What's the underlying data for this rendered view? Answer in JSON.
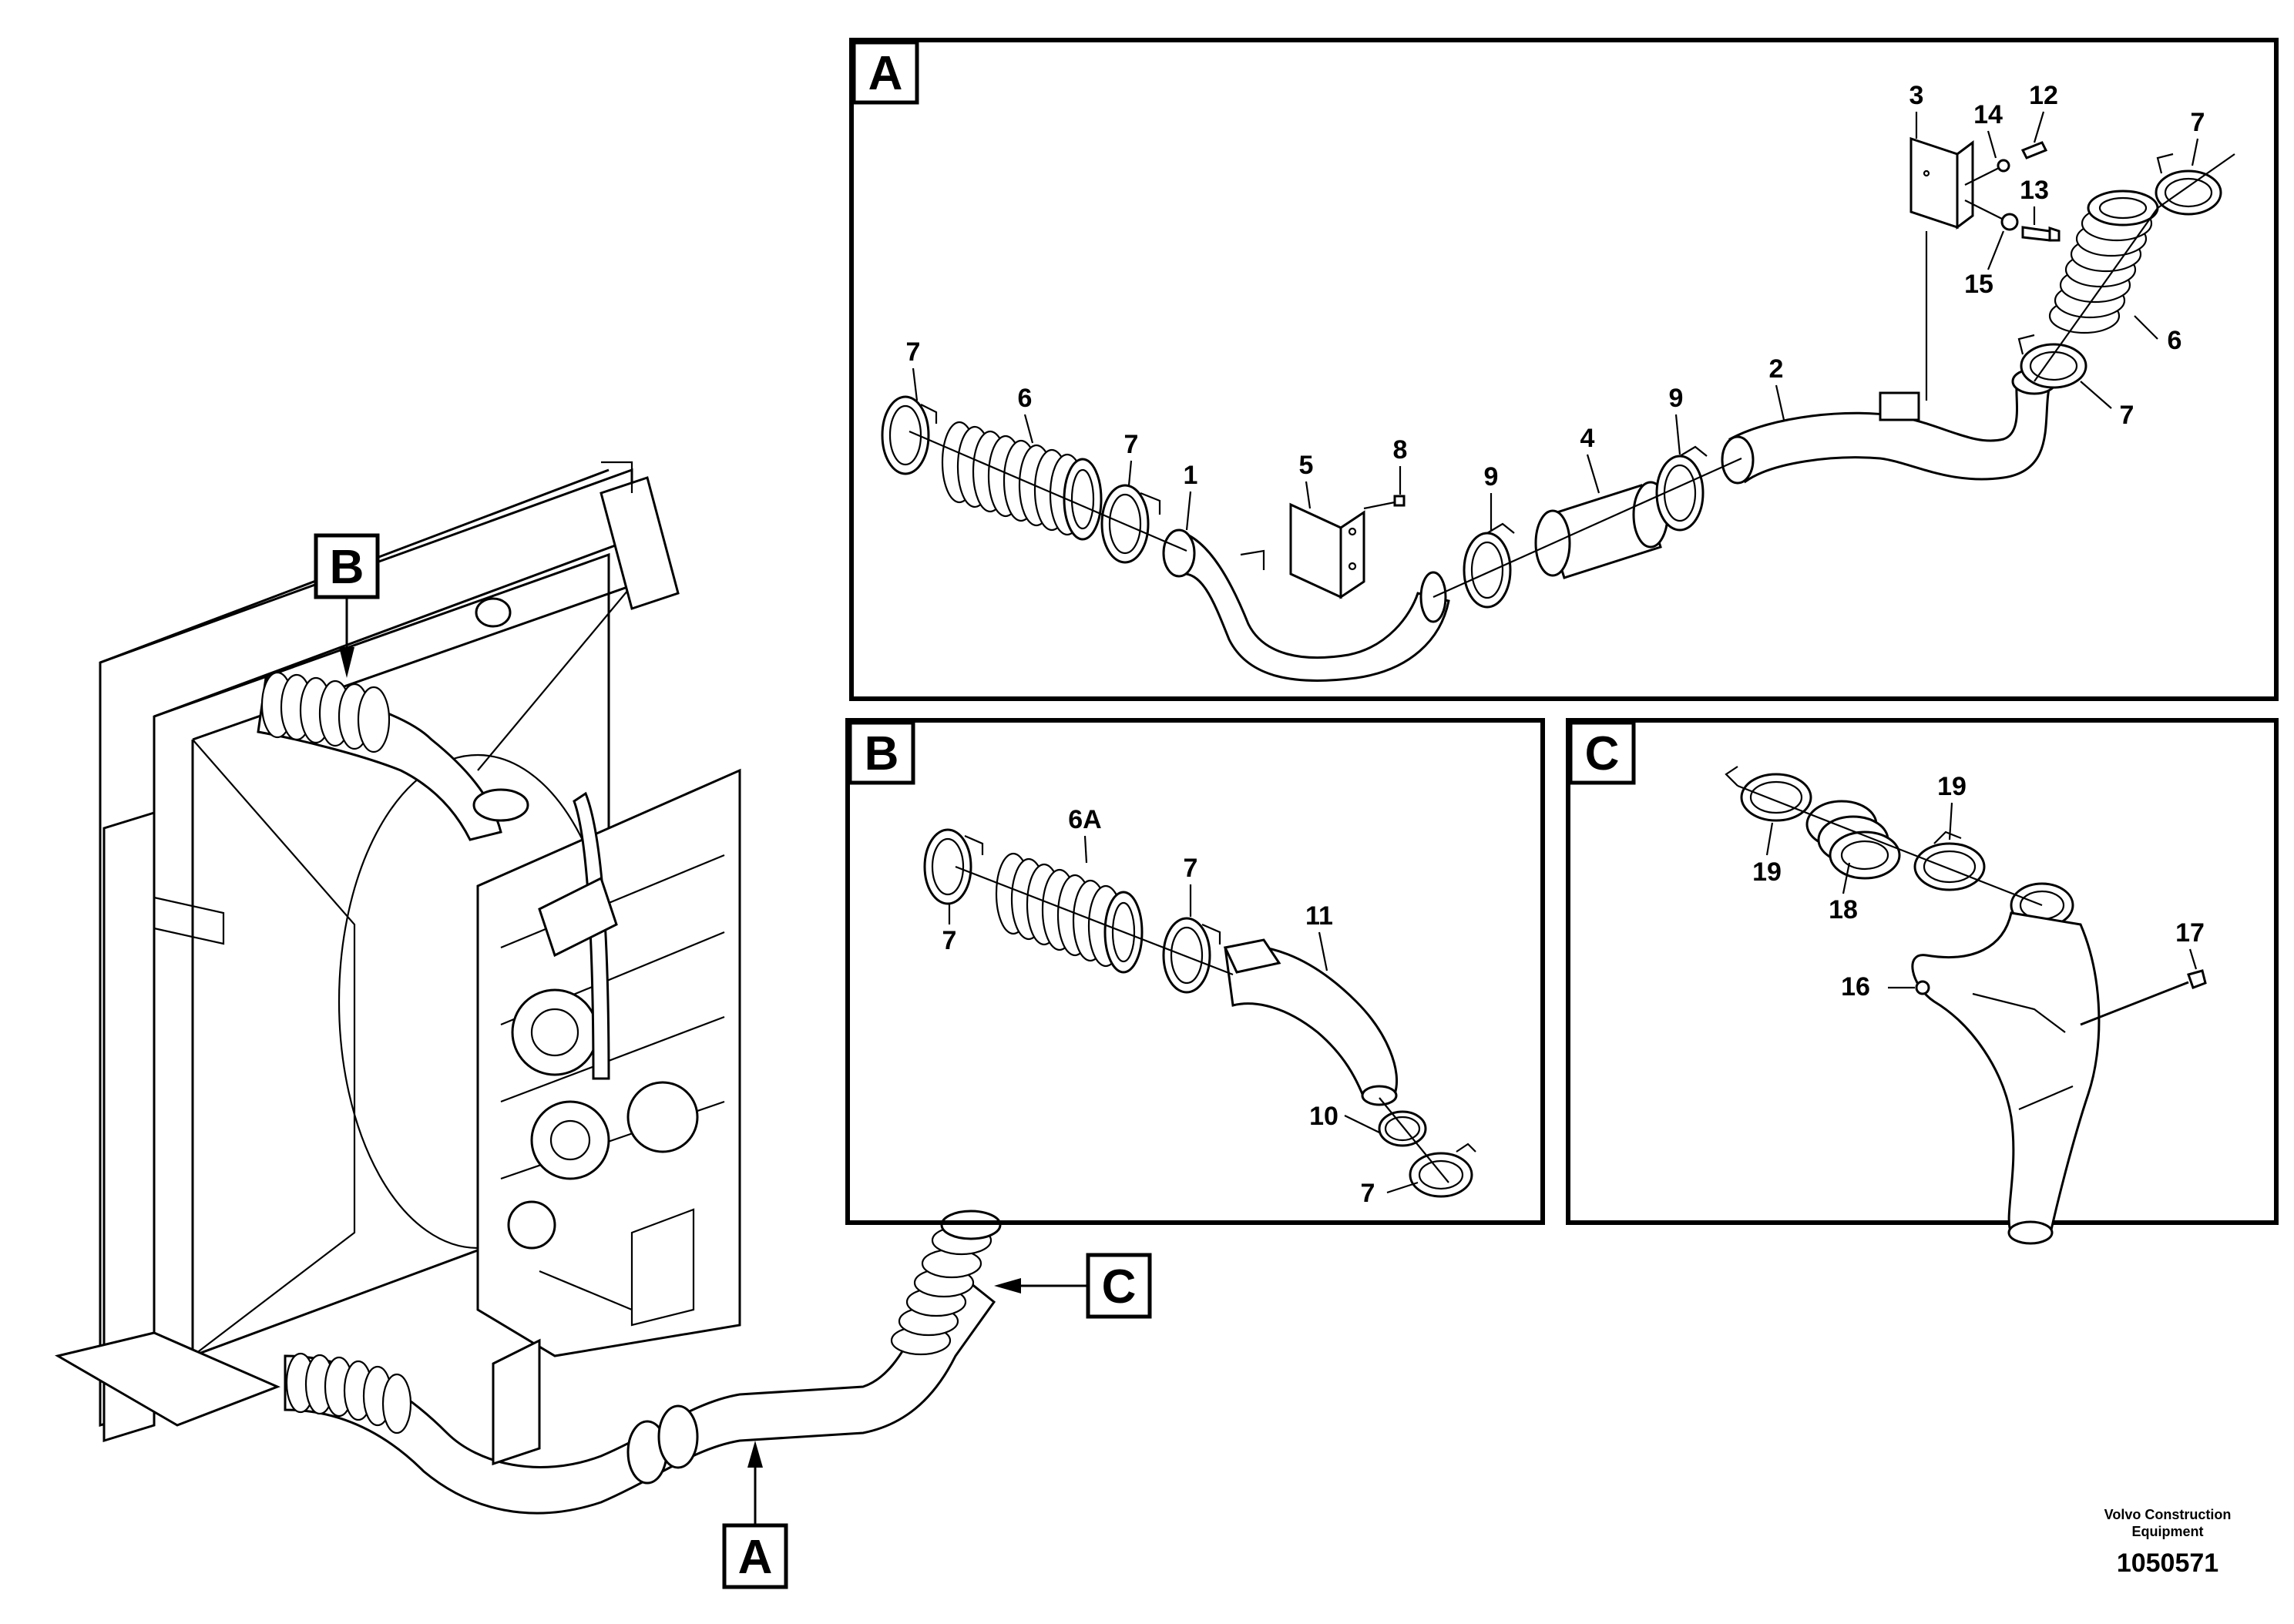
{
  "callouts": {
    "a": "A",
    "b": "B",
    "c": "C"
  },
  "panel_a": {
    "letter": "A",
    "labels": [
      "3",
      "14",
      "12",
      "7",
      "13",
      "15",
      "6",
      "7",
      "2",
      "7",
      "6",
      "7",
      "9",
      "4",
      "5",
      "8",
      "1",
      "9"
    ]
  },
  "panel_b": {
    "letter": "B",
    "labels": [
      "6A",
      "7",
      "7",
      "11",
      "10",
      "7"
    ]
  },
  "panel_c": {
    "letter": "C",
    "labels": [
      "19",
      "19",
      "18",
      "17",
      "16"
    ]
  },
  "footer": {
    "line1": "Volvo Construction",
    "line2": "Equipment",
    "number": "1050571"
  }
}
